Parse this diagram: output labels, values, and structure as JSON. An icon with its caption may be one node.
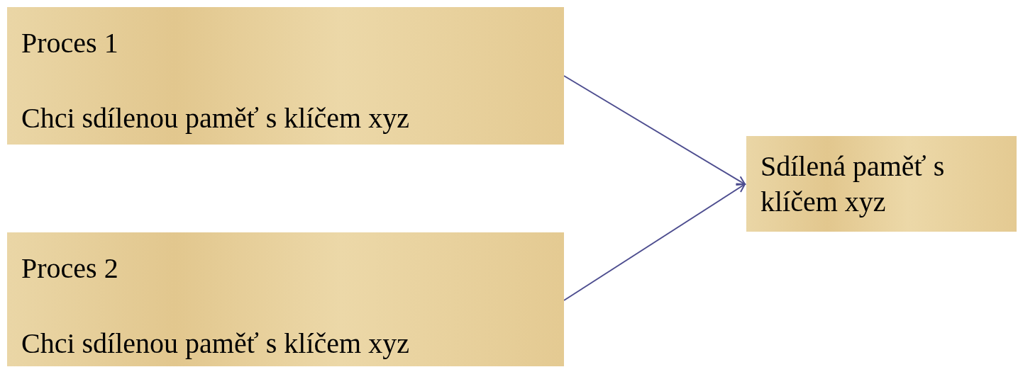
{
  "diagram": {
    "nodes": [
      {
        "text": [
          "Proces 1",
          "Chci sdílenou paměť s klíčem xyz"
        ]
      },
      {
        "text": [
          "Proces 2",
          "Chci sdílenou paměť s klíčem xyz"
        ]
      },
      {
        "text": [
          "Sdílená paměť s klíčem xyz"
        ]
      }
    ],
    "edges": [
      {
        "from": 0,
        "to": 2,
        "arrow": "to"
      },
      {
        "from": 1,
        "to": 2,
        "arrow": "to"
      }
    ]
  }
}
